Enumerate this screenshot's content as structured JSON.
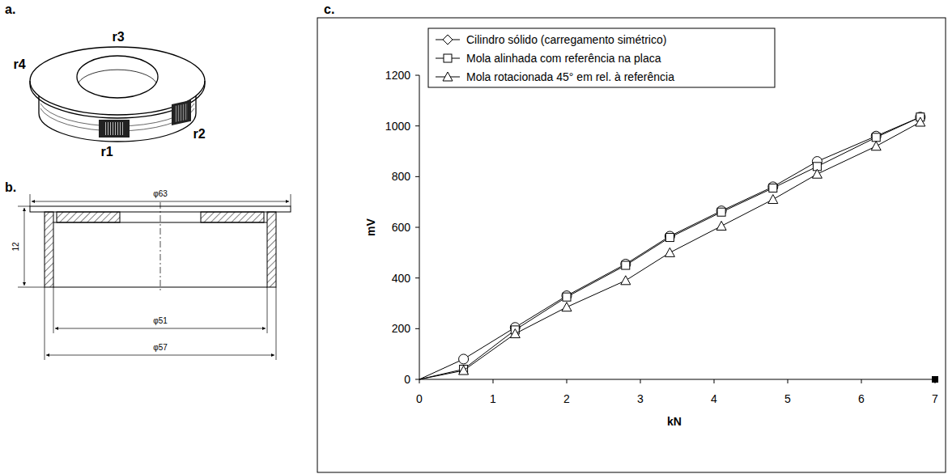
{
  "diagram": {
    "labels": [
      "a.",
      "r3",
      "r4",
      "r2",
      "r1",
      "b.",
      "φ63",
      "12",
      "φ51",
      "φ57",
      "c.",
      "1200",
      "1000",
      "800",
      "600",
      "400",
      "200",
      "0",
      "mV",
      "0",
      "1",
      "2",
      "3",
      "4",
      "5",
      "6",
      "7",
      "kN"
    ],
    "legend": [
      {
        "text": "Cilindro sólido (carregamento simétrico)"
      },
      {
        "text": "Mola alinhada com referência na placa"
      },
      {
        "text": "Mola rotacionada 45° em rel. à referência"
      }
    ]
  }
}
